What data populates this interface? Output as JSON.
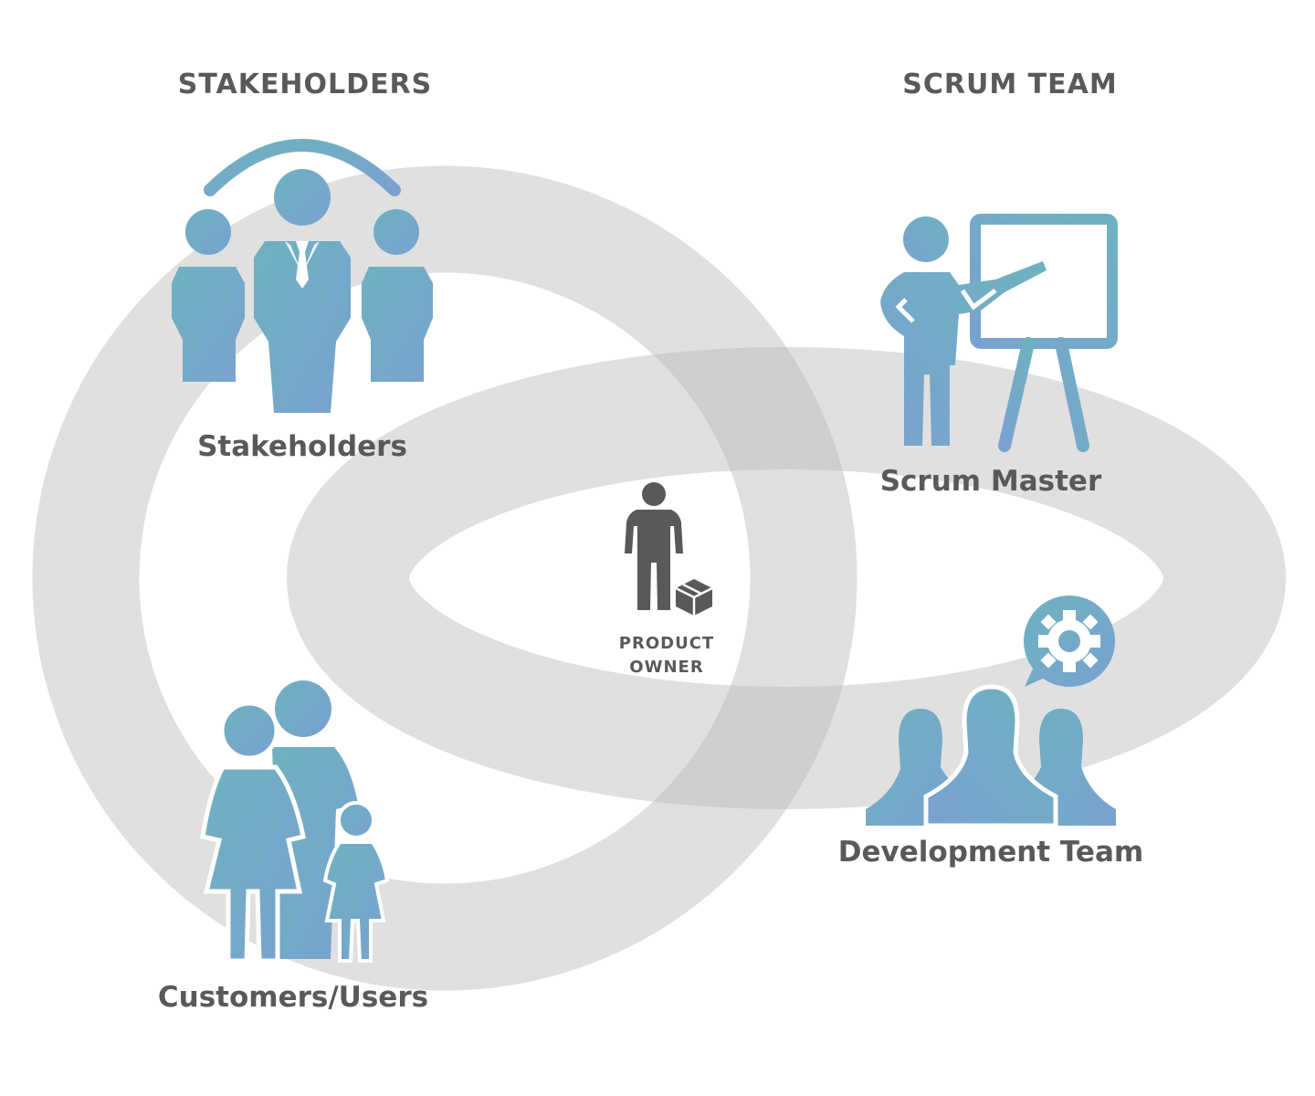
{
  "headings": {
    "left": "STAKEHOLDERS",
    "right": "SCRUM TEAM"
  },
  "roles": {
    "stakeholders": "Stakeholders",
    "customers": "Customers/Users",
    "scrum_master": "Scrum Master",
    "development_team": "Development Team",
    "product_owner_line1": "PRODUCT",
    "product_owner_line2": "OWNER"
  },
  "colors": {
    "ring": "#dddddd",
    "overlap": "#c6c6c6",
    "icon_blue_light": "#6fa9c2",
    "icon_blue_dark": "#78a6cf",
    "product_owner": "#58595b",
    "text": "#58595b"
  },
  "icons": {
    "stakeholders": "business-group-icon",
    "customers": "family-icon",
    "scrum_master": "presenter-whiteboard-icon",
    "development_team": "team-gear-icon",
    "product_owner": "person-with-box-icon"
  }
}
